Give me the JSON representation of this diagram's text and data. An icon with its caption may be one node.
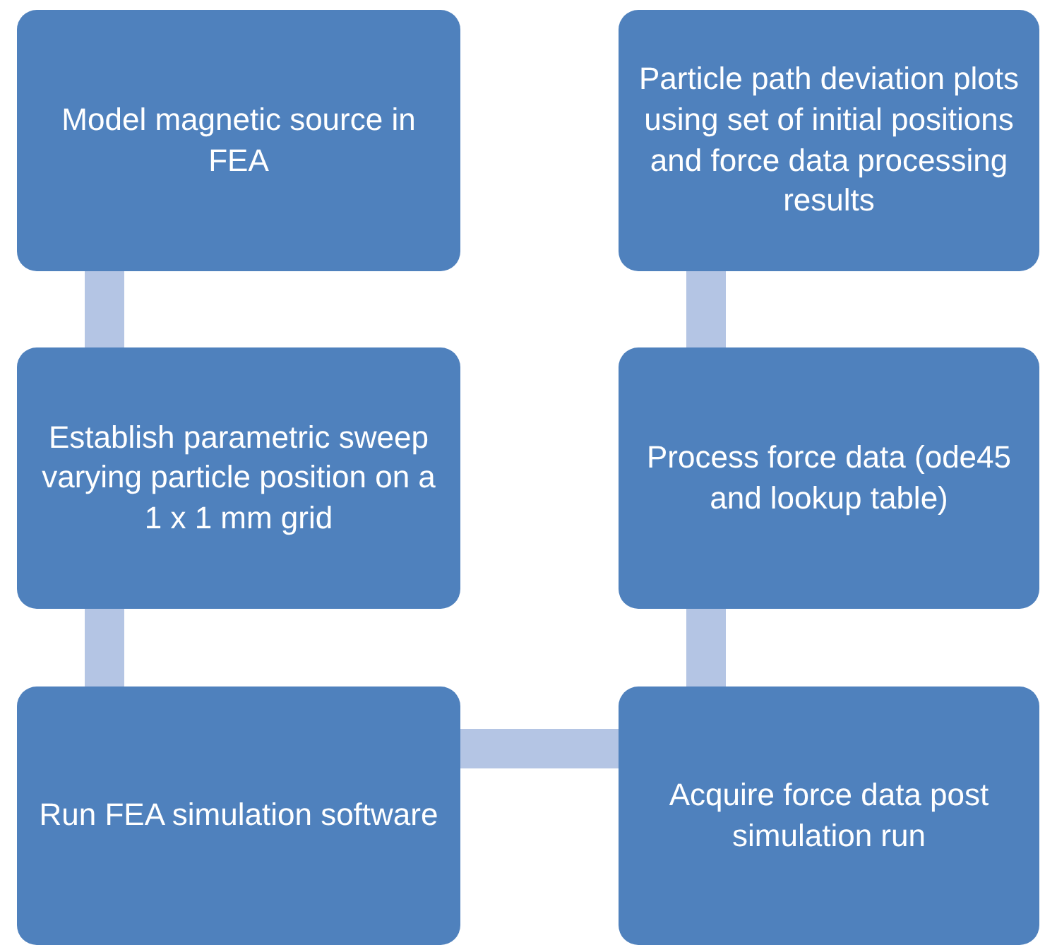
{
  "diagram": {
    "nodes": [
      {
        "text": [
          "Model magnetic source in FEA"
        ]
      },
      {
        "text": [
          "Particle path deviation plots using set of initial positions and force data processing results"
        ]
      },
      {
        "text": [
          "Establish parametric sweep varying particle position on a 1 x 1 mm grid"
        ]
      },
      {
        "text": [
          "Process force data (ode45 and lookup table)"
        ]
      },
      {
        "text": [
          "Run FEA simulation software"
        ]
      },
      {
        "text": [
          "Acquire force data post simulation run"
        ]
      }
    ],
    "edges": [
      {
        "from": 0,
        "to": 2,
        "arrow": "none"
      },
      {
        "from": 2,
        "to": 4,
        "arrow": "none"
      },
      {
        "from": 4,
        "to": 5,
        "arrow": "none"
      },
      {
        "from": 5,
        "to": 3,
        "arrow": "none"
      },
      {
        "from": 3,
        "to": 1,
        "arrow": "none"
      }
    ]
  }
}
